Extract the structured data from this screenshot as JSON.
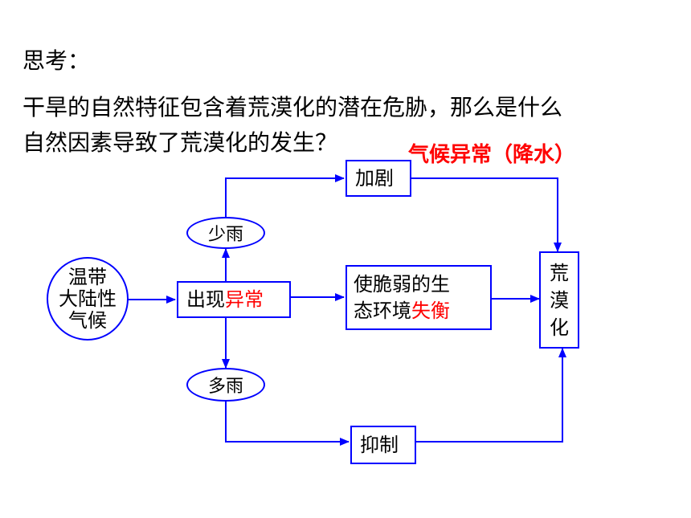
{
  "heading": "思考：",
  "question": {
    "line1": "干旱的自然特征包含着荒漠化的潜在危胁，那么是什么",
    "line2": "自然因素导致了荒漠化的发生？"
  },
  "annotation": "气候异常（降水）",
  "nodes": {
    "climate": [
      "温带",
      "大陆性",
      "气候"
    ],
    "anomaly": {
      "text": "出现",
      "highlight": "异常"
    },
    "less_rain": "少雨",
    "more_rain": "多雨",
    "aggravate": "加剧",
    "suppress": "抑制",
    "imbalance": {
      "line1": "使脆弱的生",
      "line2_text": "态环境",
      "line2_highlight": "失衡"
    },
    "desertification": [
      "荒",
      "漠",
      "化"
    ]
  },
  "colors": {
    "line": "#0000ff",
    "highlight": "#ff0000"
  }
}
